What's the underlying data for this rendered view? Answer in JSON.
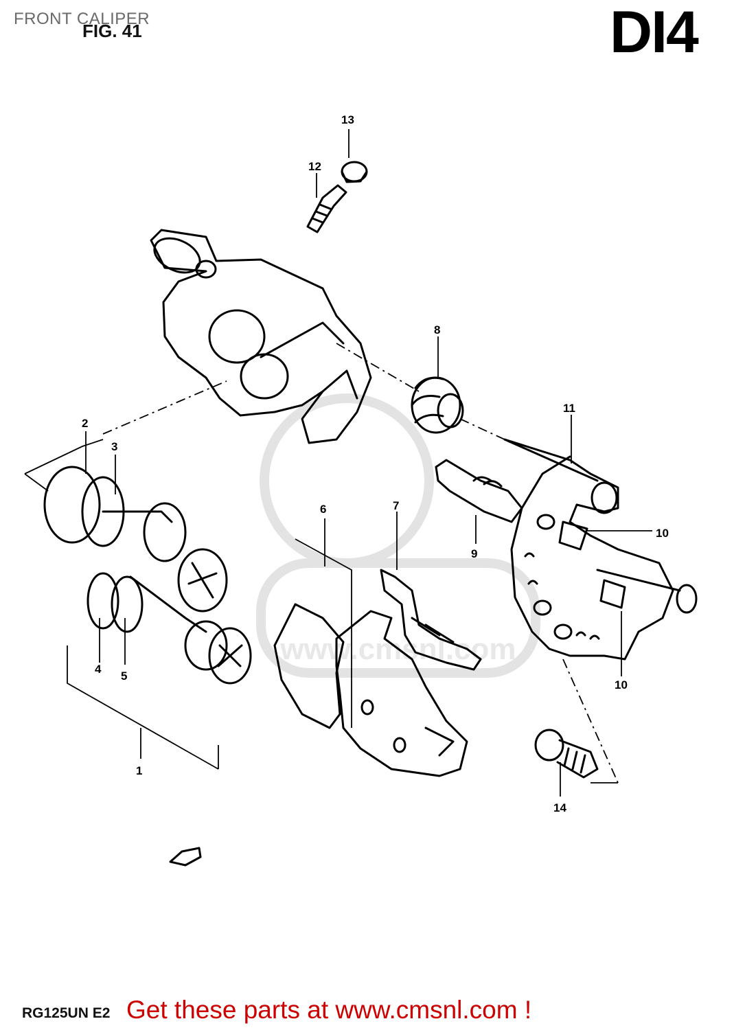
{
  "header": {
    "page_title": "FRONT CALIPER",
    "figure_label": "FIG. 41",
    "diagram_code": "DI4"
  },
  "callouts": [
    "1",
    "2",
    "3",
    "4",
    "5",
    "6",
    "7",
    "8",
    "9",
    "10",
    "10",
    "11",
    "12",
    "13",
    "14"
  ],
  "watermark": {
    "text": "CMS www.cmsnl.com",
    "color": "#e6e6e6"
  },
  "footer": {
    "model_code": "RG125UN E2",
    "promo_text": "Get these parts at www.cmsnl.com !",
    "promo_color": "#cc0000"
  }
}
